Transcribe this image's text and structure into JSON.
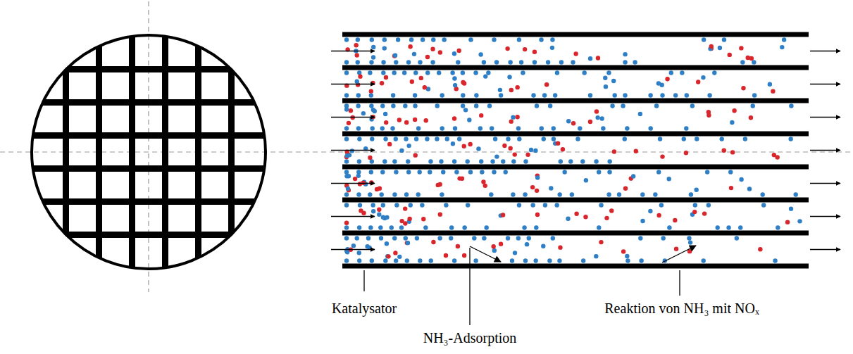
{
  "diagram": {
    "labels": [
      "Katalysator",
      "NH₃-Adsorption",
      "Reaktion von NH₃ mit NOₓ"
    ]
  }
}
